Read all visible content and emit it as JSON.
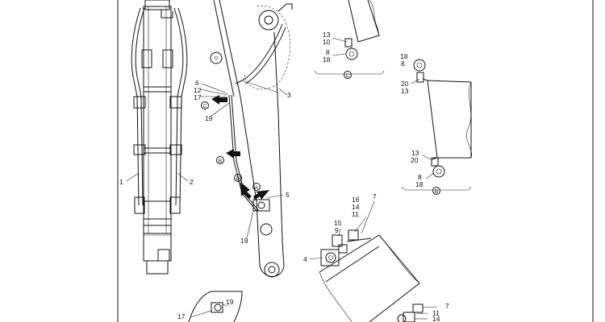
{
  "diagram": {
    "labels": [
      {
        "id": "l1",
        "text": "1"
      },
      {
        "id": "l2",
        "text": "2"
      },
      {
        "id": "l6",
        "text": "6"
      },
      {
        "id": "l12",
        "text": "12"
      },
      {
        "id": "l17a",
        "text": "17"
      },
      {
        "id": "l19a",
        "text": "19"
      },
      {
        "id": "l3",
        "text": "3"
      },
      {
        "id": "l5",
        "text": "5"
      },
      {
        "id": "l19b",
        "text": "19"
      },
      {
        "id": "l13a",
        "text": "13"
      },
      {
        "id": "l10",
        "text": "10"
      },
      {
        "id": "l8a",
        "text": "8"
      },
      {
        "id": "l18a",
        "text": "18"
      },
      {
        "id": "l18b",
        "text": "18"
      },
      {
        "id": "l8b",
        "text": "8"
      },
      {
        "id": "l20a",
        "text": "20"
      },
      {
        "id": "l13b",
        "text": "13"
      },
      {
        "id": "l13c",
        "text": "13"
      },
      {
        "id": "l20b",
        "text": "20"
      },
      {
        "id": "l8c",
        "text": "8"
      },
      {
        "id": "l18c",
        "text": "18"
      },
      {
        "id": "l16",
        "text": "16"
      },
      {
        "id": "l14a",
        "text": "14"
      },
      {
        "id": "l11a",
        "text": "11"
      },
      {
        "id": "l7a",
        "text": "7"
      },
      {
        "id": "l15",
        "text": "15"
      },
      {
        "id": "l9",
        "text": "9"
      },
      {
        "id": "l4",
        "text": "4"
      },
      {
        "id": "l7b",
        "text": "7"
      },
      {
        "id": "l11b",
        "text": "11"
      },
      {
        "id": "l14b",
        "text": "14"
      },
      {
        "id": "l17b",
        "text": "17"
      },
      {
        "id": "l19c",
        "text": "19"
      }
    ],
    "markers": [
      {
        "id": "mC1",
        "text": "C"
      },
      {
        "id": "mB1",
        "text": "B"
      },
      {
        "id": "mD1",
        "text": "D"
      },
      {
        "id": "mA1",
        "text": "A"
      },
      {
        "id": "mC2",
        "text": "C"
      },
      {
        "id": "mB2",
        "text": "B"
      }
    ]
  }
}
